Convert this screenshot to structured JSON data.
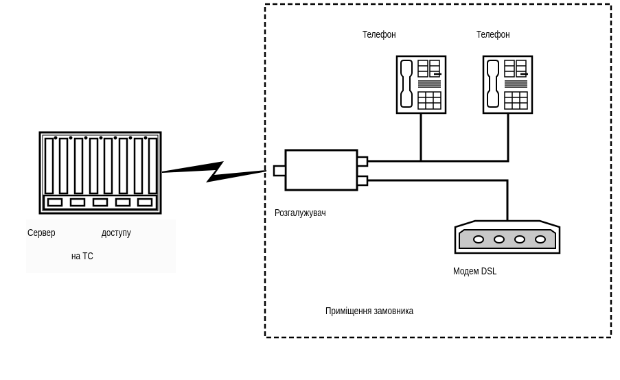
{
  "diagram": {
    "server": {
      "label_word1": "Сервер",
      "label_word2": "доступу",
      "label_line2": "на ТС"
    },
    "splitter": {
      "label": "Розгалужувач"
    },
    "phones": [
      {
        "label": "Телефон"
      },
      {
        "label": "Телефон"
      }
    ],
    "modem": {
      "label": "Модем DSL"
    },
    "premises": {
      "label": "Приміщення замовника"
    },
    "colors": {
      "stroke": "#000000",
      "modem_panel": "#c8c8c8",
      "background": "#ffffff"
    }
  }
}
